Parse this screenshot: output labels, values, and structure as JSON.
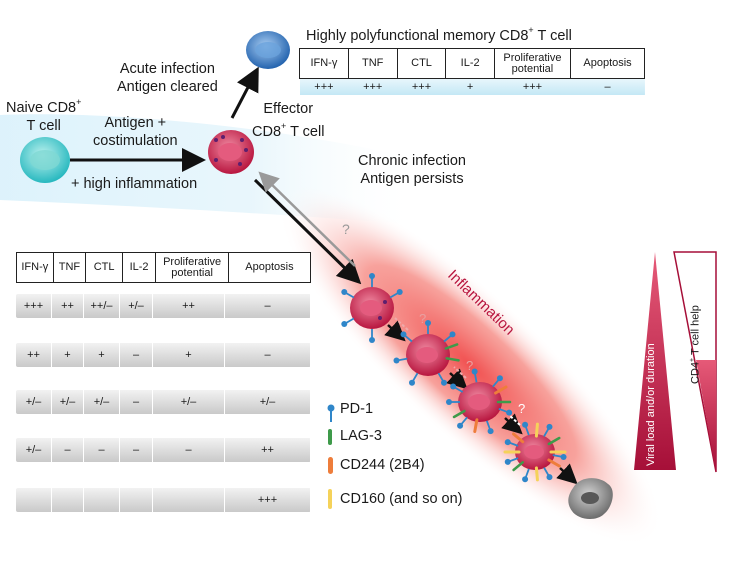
{
  "naive_label": [
    "Naive CD8",
    "T cell"
  ],
  "arrow_top_label": [
    "Antigen +",
    "costimulation"
  ],
  "arrow_bottom_label": "+ high inflammation",
  "acute_label": [
    "Acute infection",
    "Antigen cleared"
  ],
  "effector_label": [
    "Effector",
    "CD8",
    "T cell"
  ],
  "chronic_label": [
    "Chronic infection",
    "Antigen persists"
  ],
  "memory_title": "Highly polyfunctional memory CD8",
  "memory_title_suffix": "T cell",
  "sup_plus": "+",
  "inflammation_label": "Inflammation",
  "question_mark": "?",
  "columns": [
    "IFN-γ",
    "TNF",
    "CTL",
    "IL-2",
    "Proliferative potential",
    "Apoptosis"
  ],
  "memory_row": [
    "+++",
    "+++",
    "+++",
    "+",
    "+++",
    "–"
  ],
  "exhaustion_rows": [
    [
      "+++",
      "++",
      "++/–",
      "+/–",
      "++",
      "–"
    ],
    [
      "++",
      "+",
      "+",
      "–",
      "+",
      "–"
    ],
    [
      "+/–",
      "+/–",
      "+/–",
      "–",
      "+/–",
      "+/–"
    ],
    [
      "+/–",
      "–",
      "–",
      "–",
      "–",
      "++"
    ],
    [
      "",
      "",
      "",
      "",
      "",
      "+++"
    ]
  ],
  "legend": [
    {
      "label": "PD-1",
      "color": "#2f86c9",
      "icon": "pd1-receptor-icon"
    },
    {
      "label": "LAG-3",
      "color": "#3e9a4a",
      "icon": "lag3-receptor-icon"
    },
    {
      "label": "CD244 (2B4)",
      "color": "#ee7d3b",
      "icon": "cd244-receptor-icon"
    },
    {
      "label": "CD160 (and so on)",
      "color": "#f5d25a",
      "icon": "cd160-receptor-icon"
    }
  ],
  "triangle_left_label": "Viral load and/or duration",
  "triangle_right_label": "CD4",
  "triangle_right_suffix": "T cell help",
  "colors": {
    "effector": "#c8224a",
    "naive": "#2cbec2",
    "memory": "#2d6fb8",
    "inflammation": "#f05a5a",
    "triangle": "#b1123d"
  }
}
